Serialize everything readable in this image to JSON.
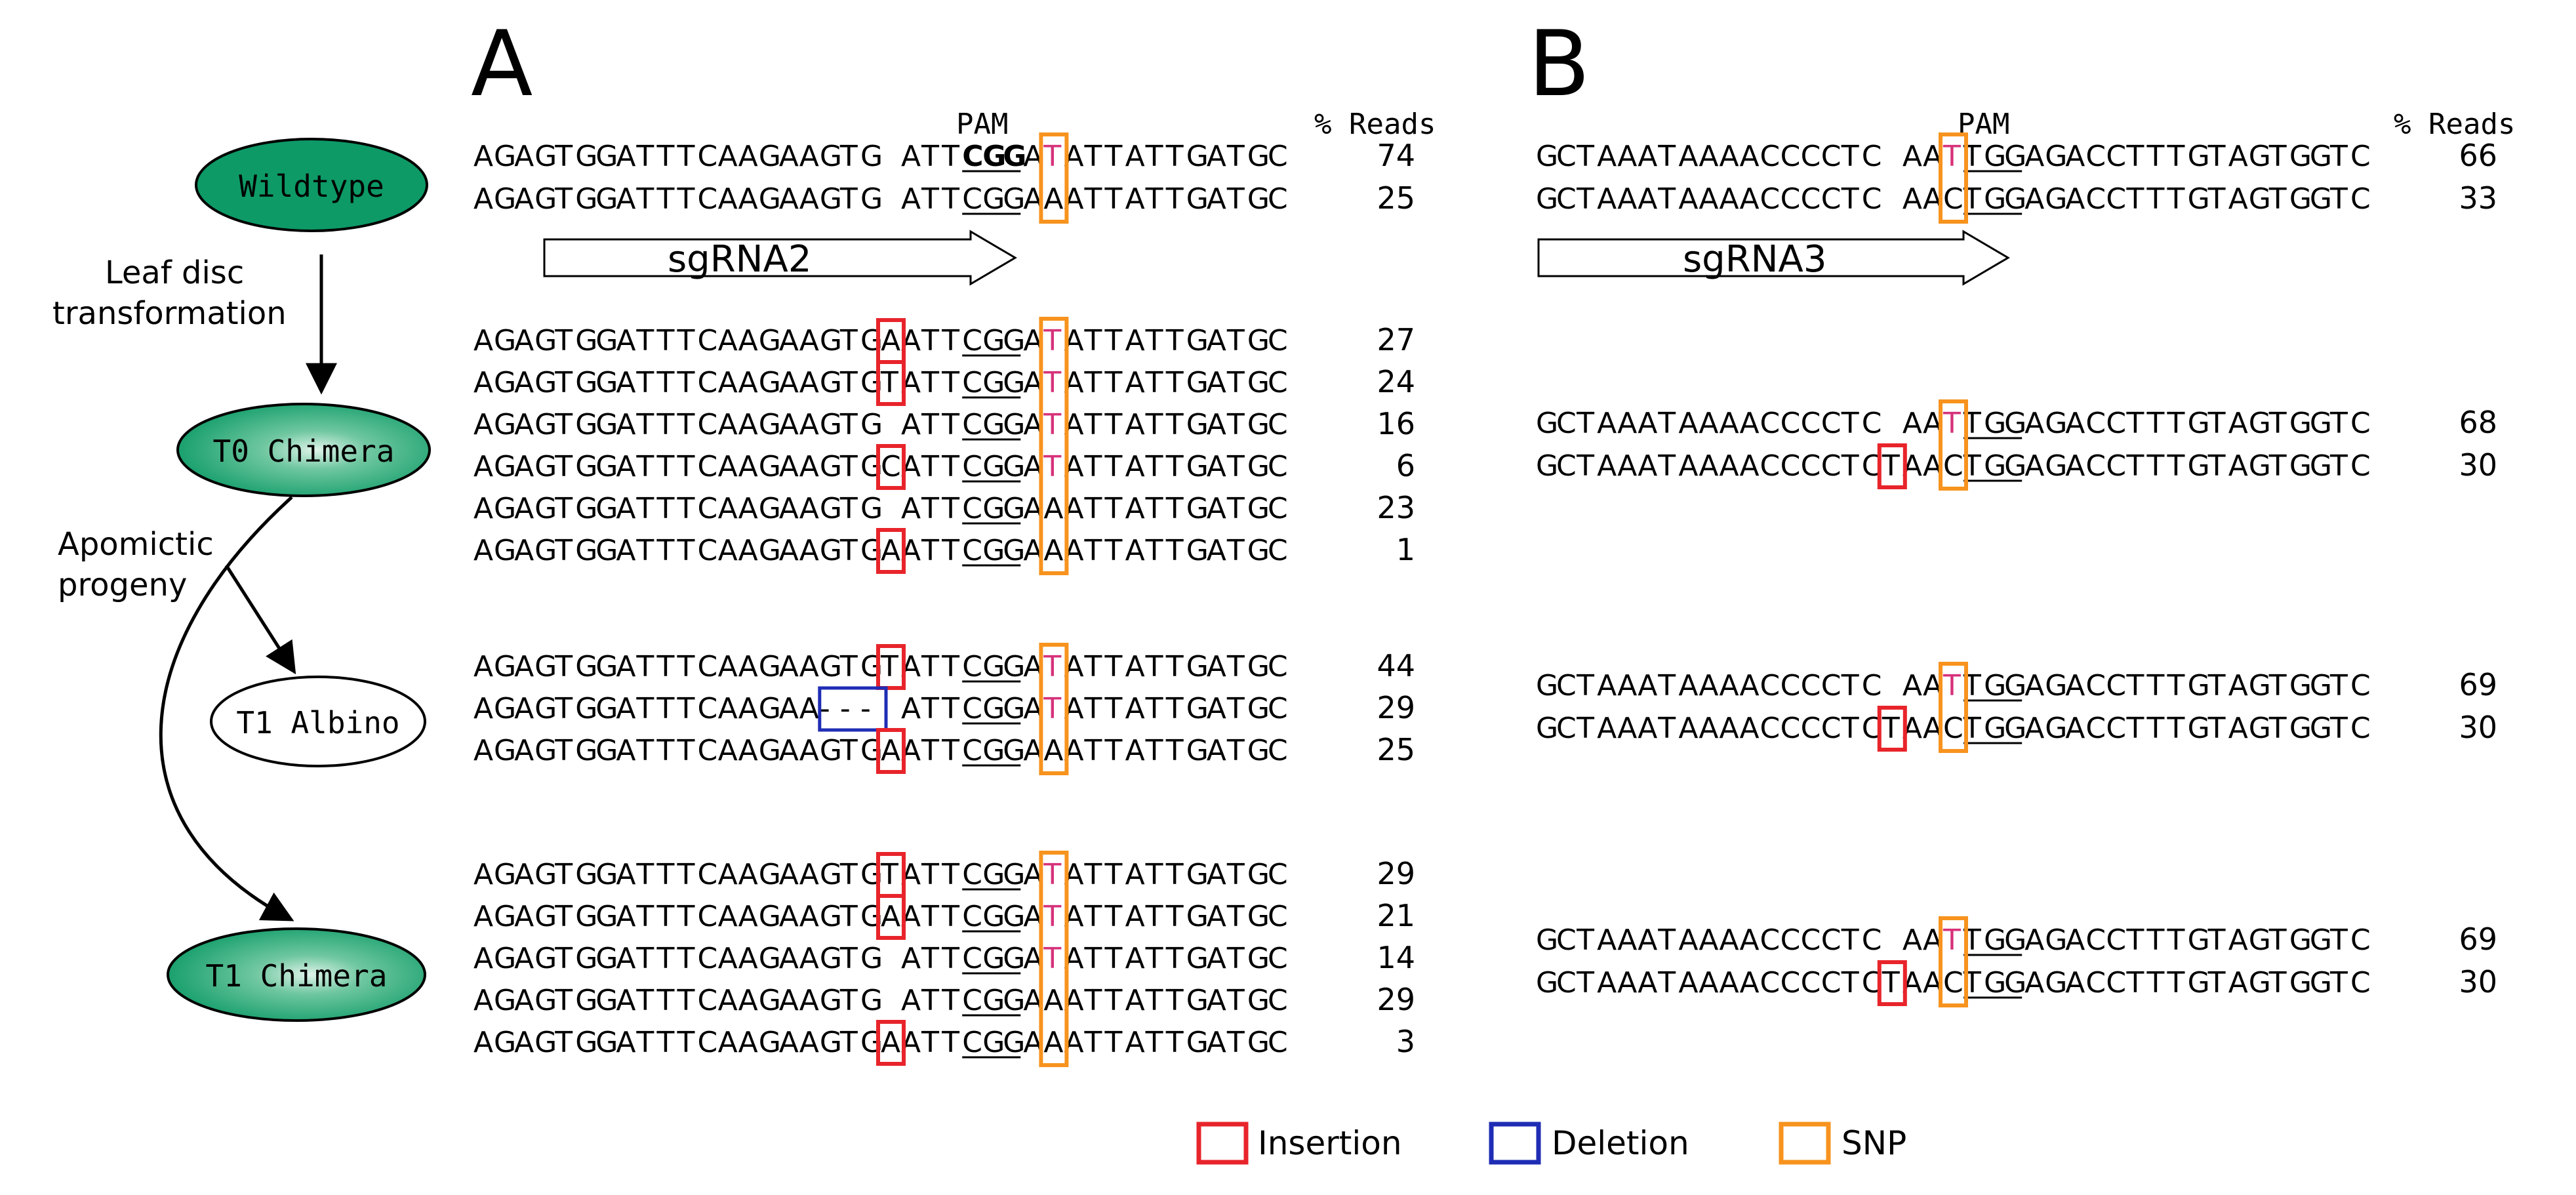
{
  "panels": {
    "a": {
      "letter": "A",
      "pam_label": "PAM",
      "reads_header": "% Reads",
      "guide": "sgRNA2",
      "wildtype": [
        {
          "seq": "AGAGTGGATTTCAAGAAGTG ATTCGGATATTATTGATGC",
          "pct": "74"
        },
        {
          "seq": "AGAGTGGATTTCAAGAAGTG ATTCGGAAATTATTGATGC",
          "pct": "25"
        }
      ],
      "t0_chimera": [
        {
          "seq": "AGAGTGGATTTCAAGAAGTGAATTCGGATATTATTGATGC",
          "pct": "27"
        },
        {
          "seq": "AGAGTGGATTTCAAGAAGTGTATTCGGATATTATTGATGC",
          "pct": "24"
        },
        {
          "seq": "AGAGTGGATTTCAAGAAGTG ATTCGGATATTATTGATGC",
          "pct": "16"
        },
        {
          "seq": "AGAGTGGATTTCAAGAAGTGCATTCGGATATTATTGATGC",
          "pct": "6"
        },
        {
          "seq": "AGAGTGGATTTCAAGAAGTG ATTCGGAAATTATTGATGC",
          "pct": "23"
        },
        {
          "seq": "AGAGTGGATTTCAAGAAGTGAATTCGGAAATTATTGATGC",
          "pct": "1"
        }
      ],
      "t1_albino": [
        {
          "seq": "AGAGTGGATTTCAAGAAGTGTATTCGGATATTATTGATGC",
          "pct": "44"
        },
        {
          "seq": "AGAGTGGATTTCAAGAA--- ATTCGGATATTATTGATGC",
          "pct": "29"
        },
        {
          "seq": "AGAGTGGATTTCAAGAAGTGAATTCGGAAATTATTGATGC",
          "pct": "25"
        }
      ],
      "t1_chimera": [
        {
          "seq": "AGAGTGGATTTCAAGAAGTGTATTCGGATATTATTGATGC",
          "pct": "29"
        },
        {
          "seq": "AGAGTGGATTTCAAGAAGTGAATTCGGATATTATTGATGC",
          "pct": "21"
        },
        {
          "seq": "AGAGTGGATTTCAAGAAGTG ATTCGGATATTATTGATGC",
          "pct": "14"
        },
        {
          "seq": "AGAGTGGATTTCAAGAAGTG ATTCGGAAATTATTGATGC",
          "pct": "29"
        },
        {
          "seq": "AGAGTGGATTTCAAGAAGTGAATTCGGAAATTATTGATGC",
          "pct": "3"
        }
      ]
    },
    "b": {
      "letter": "B",
      "pam_label": "PAM",
      "reads_header": "% Reads",
      "guide": "sgRNA3",
      "wildtype": [
        {
          "seq": "GCTAAATAAAACCCCTC AATTGGAGACCTTTGTAGTGGTC",
          "pct": "66"
        },
        {
          "seq": "GCTAAATAAAACCCCTC AACTGGAGACCTTTGTAGTGGTC",
          "pct": "33"
        }
      ],
      "t0_chimera": [
        {
          "seq": "GCTAAATAAAACCCCTC AATTGGAGACCTTTGTAGTGGTC",
          "pct": "68"
        },
        {
          "seq": "GCTAAATAAAACCCCTCTAACTGGAGACCTTTGTAGTGGTC",
          "pct": "30"
        }
      ],
      "t1_albino": [
        {
          "seq": "GCTAAATAAAACCCCTC AATTGGAGACCTTTGTAGTGGTC",
          "pct": "69"
        },
        {
          "seq": "GCTAAATAAAACCCCTCTAACTGGAGACCTTTGTAGTGGTC",
          "pct": "30"
        }
      ],
      "t1_chimera": [
        {
          "seq": "GCTAAATAAAACCCCTC AATTGGAGACCTTTGTAGTGGTC",
          "pct": "69"
        },
        {
          "seq": "GCTAAATAAAACCCCTCTAACTGGAGACCTTTGTAGTGGTC",
          "pct": "30"
        }
      ]
    }
  },
  "lineage": {
    "wildtype": "Wildtype",
    "t0_chimera": "T0 Chimera",
    "t1_albino": "T1 Albino",
    "t1_chimera": "T1 Chimera",
    "leaf_disc_line1": "Leaf disc",
    "leaf_disc_line2": "transformation",
    "apomictic_line1": "Apomictic",
    "apomictic_line2": "progeny"
  },
  "legend": {
    "insertion": "Insertion",
    "deletion": "Deletion",
    "snp": "SNP"
  },
  "colors": {
    "insertion": "#e8242b",
    "deletion": "#1f2db5",
    "snp": "#f7931e",
    "snp_base": "#d6327a",
    "node_green": "#0d9a66",
    "node_light": "#dff3ea"
  }
}
